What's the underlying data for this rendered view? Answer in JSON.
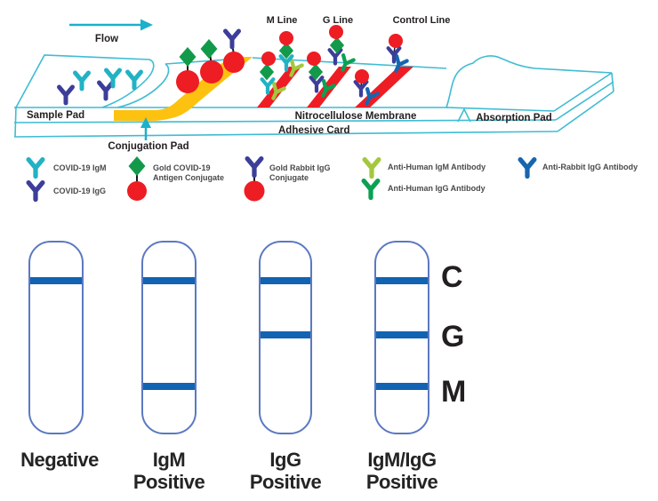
{
  "diagram": {
    "flow_label": "Flow",
    "line_labels": {
      "m": "M Line",
      "g": "G Line",
      "control": "Control Line"
    },
    "component_labels": {
      "sample_pad": "Sample Pad",
      "conjugation_pad": "Conjugation Pad",
      "nitrocellulose_membrane": "Nitrocellulose Membrane",
      "adhesive_card": "Adhesive Card",
      "absorption_pad": "Absorption Pad"
    }
  },
  "legend": {
    "items": [
      {
        "icon": "covid19-igm-antibody-icon",
        "label": "COVID-19 IgM",
        "color": "#22b2c4"
      },
      {
        "icon": "covid19-igg-antibody-icon",
        "label": "COVID-19 IgG",
        "color": "#3c3e99"
      },
      {
        "icon": "gold-covid19-antigen-conjugate-icon",
        "label": "Gold COVID-19",
        "label2": "Antigen Conjugate",
        "colors": [
          "#129a4a",
          "#ee1c23"
        ]
      },
      {
        "icon": "gold-rabbit-igg-conjugate-icon",
        "label": "Gold Rabbit IgG",
        "label2": "Conjugate",
        "colors": [
          "#3c3e99",
          "#ee1c23"
        ]
      },
      {
        "icon": "anti-human-igm-antibody-icon",
        "label": "Anti-Human IgM Antibody",
        "color": "#a3c83d"
      },
      {
        "icon": "anti-human-igg-antibody-icon",
        "label": "Anti-Human IgG Antibody",
        "color": "#0aa153"
      },
      {
        "icon": "anti-rabbit-igg-antibody-icon",
        "label": "Anti-Rabbit IgG Antibody",
        "color": "#1566b0"
      }
    ]
  },
  "results": {
    "band_labels": {
      "c": "C",
      "g": "G",
      "m": "M"
    },
    "strips": [
      {
        "caption": "Negative",
        "caption2": "",
        "lines": [
          "C"
        ]
      },
      {
        "caption": "IgM",
        "caption2": "Positive",
        "lines": [
          "C",
          "M"
        ]
      },
      {
        "caption": "IgG",
        "caption2": "Positive",
        "lines": [
          "C",
          "G"
        ]
      },
      {
        "caption": "IgM/IgG",
        "caption2": "Positive",
        "lines": [
          "C",
          "G",
          "M"
        ]
      }
    ]
  },
  "colors": {
    "outline_cyan": "#3fbcd4",
    "flow_cyan": "#1cb0cb",
    "conjugation_pad_yellow": "#fdc20f",
    "test_line_red": "#ee1c23",
    "gold_particle_red": "#ee1c23",
    "antigen_green": "#129a4a",
    "igm_cyan": "#22b2c4",
    "igg_indigo": "#3c3e99",
    "anti_igm_yellowgreen": "#a3c83d",
    "anti_igg_green": "#0aa153",
    "anti_rabbit_blue": "#1566b0",
    "strip_border_blue": "#5b79c1",
    "strip_line_blue": "#1263b2",
    "label_dark": "#231f20"
  }
}
